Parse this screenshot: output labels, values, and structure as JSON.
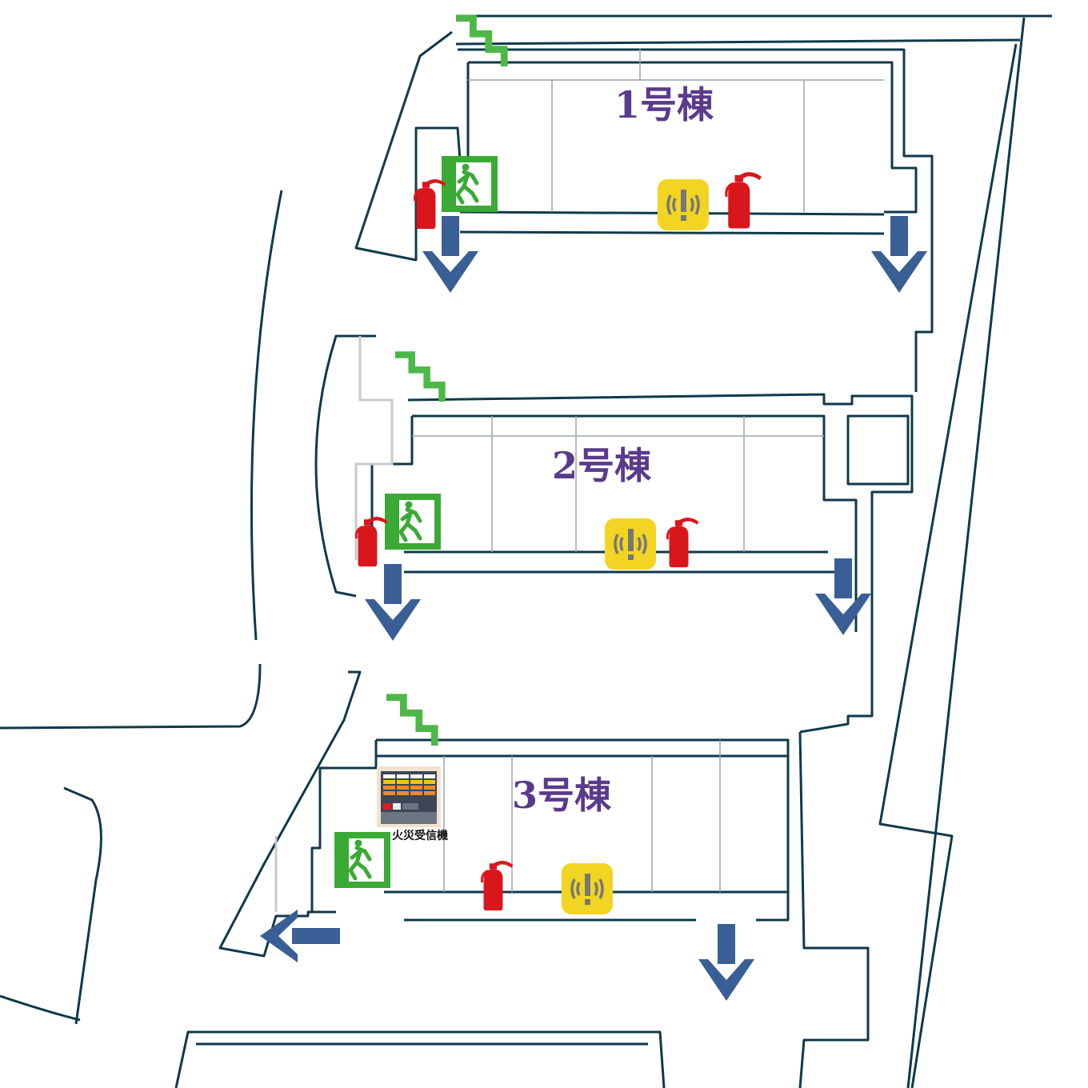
{
  "map": {
    "buildings": [
      {
        "label": "1号棟"
      },
      {
        "label": "2号棟"
      },
      {
        "label": "3号棟"
      }
    ],
    "fire_panel": {
      "label": "火災受信機"
    },
    "colors": {
      "walls": "#0f3a4a",
      "evacuation_arrow": "#3a5f96",
      "exit_sign": "#3aaa35",
      "stairs": "#4db848",
      "extinguisher": "#d9161c",
      "alarm": "#f2d422",
      "building_label": "#5a3a8c"
    },
    "legend_icons": [
      "stairs-icon",
      "emergency-exit-icon",
      "fire-extinguisher-icon",
      "fire-alarm-icon",
      "fire-alarm-panel-icon",
      "evacuation-arrow-icon"
    ]
  }
}
